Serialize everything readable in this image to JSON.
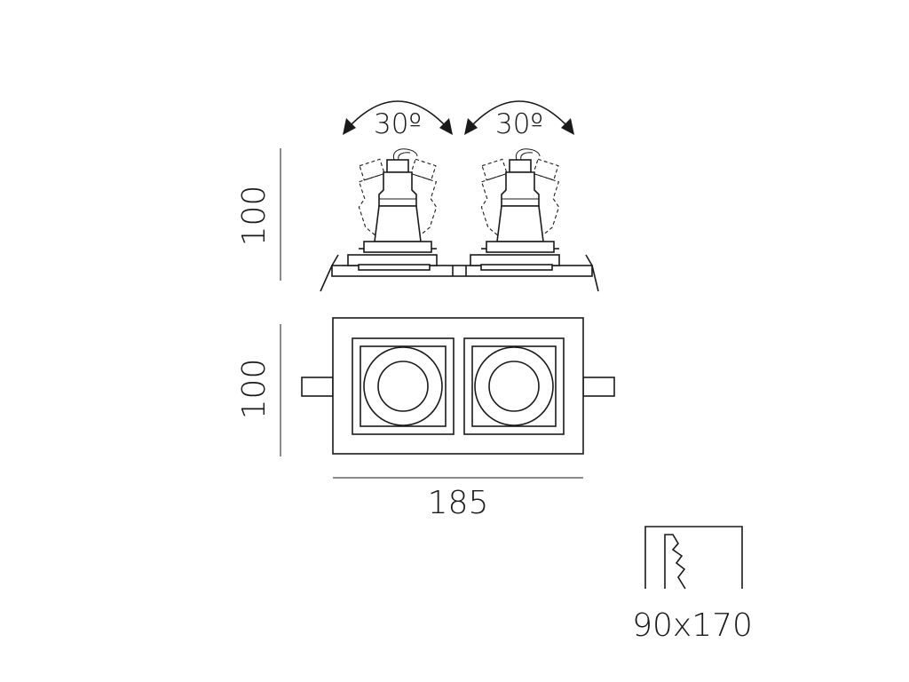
{
  "rotation": {
    "left_label": "30º",
    "right_label": "30º"
  },
  "dimensions": {
    "side_height": "100",
    "front_height": "100",
    "width": "185",
    "cutout": "90x170"
  }
}
